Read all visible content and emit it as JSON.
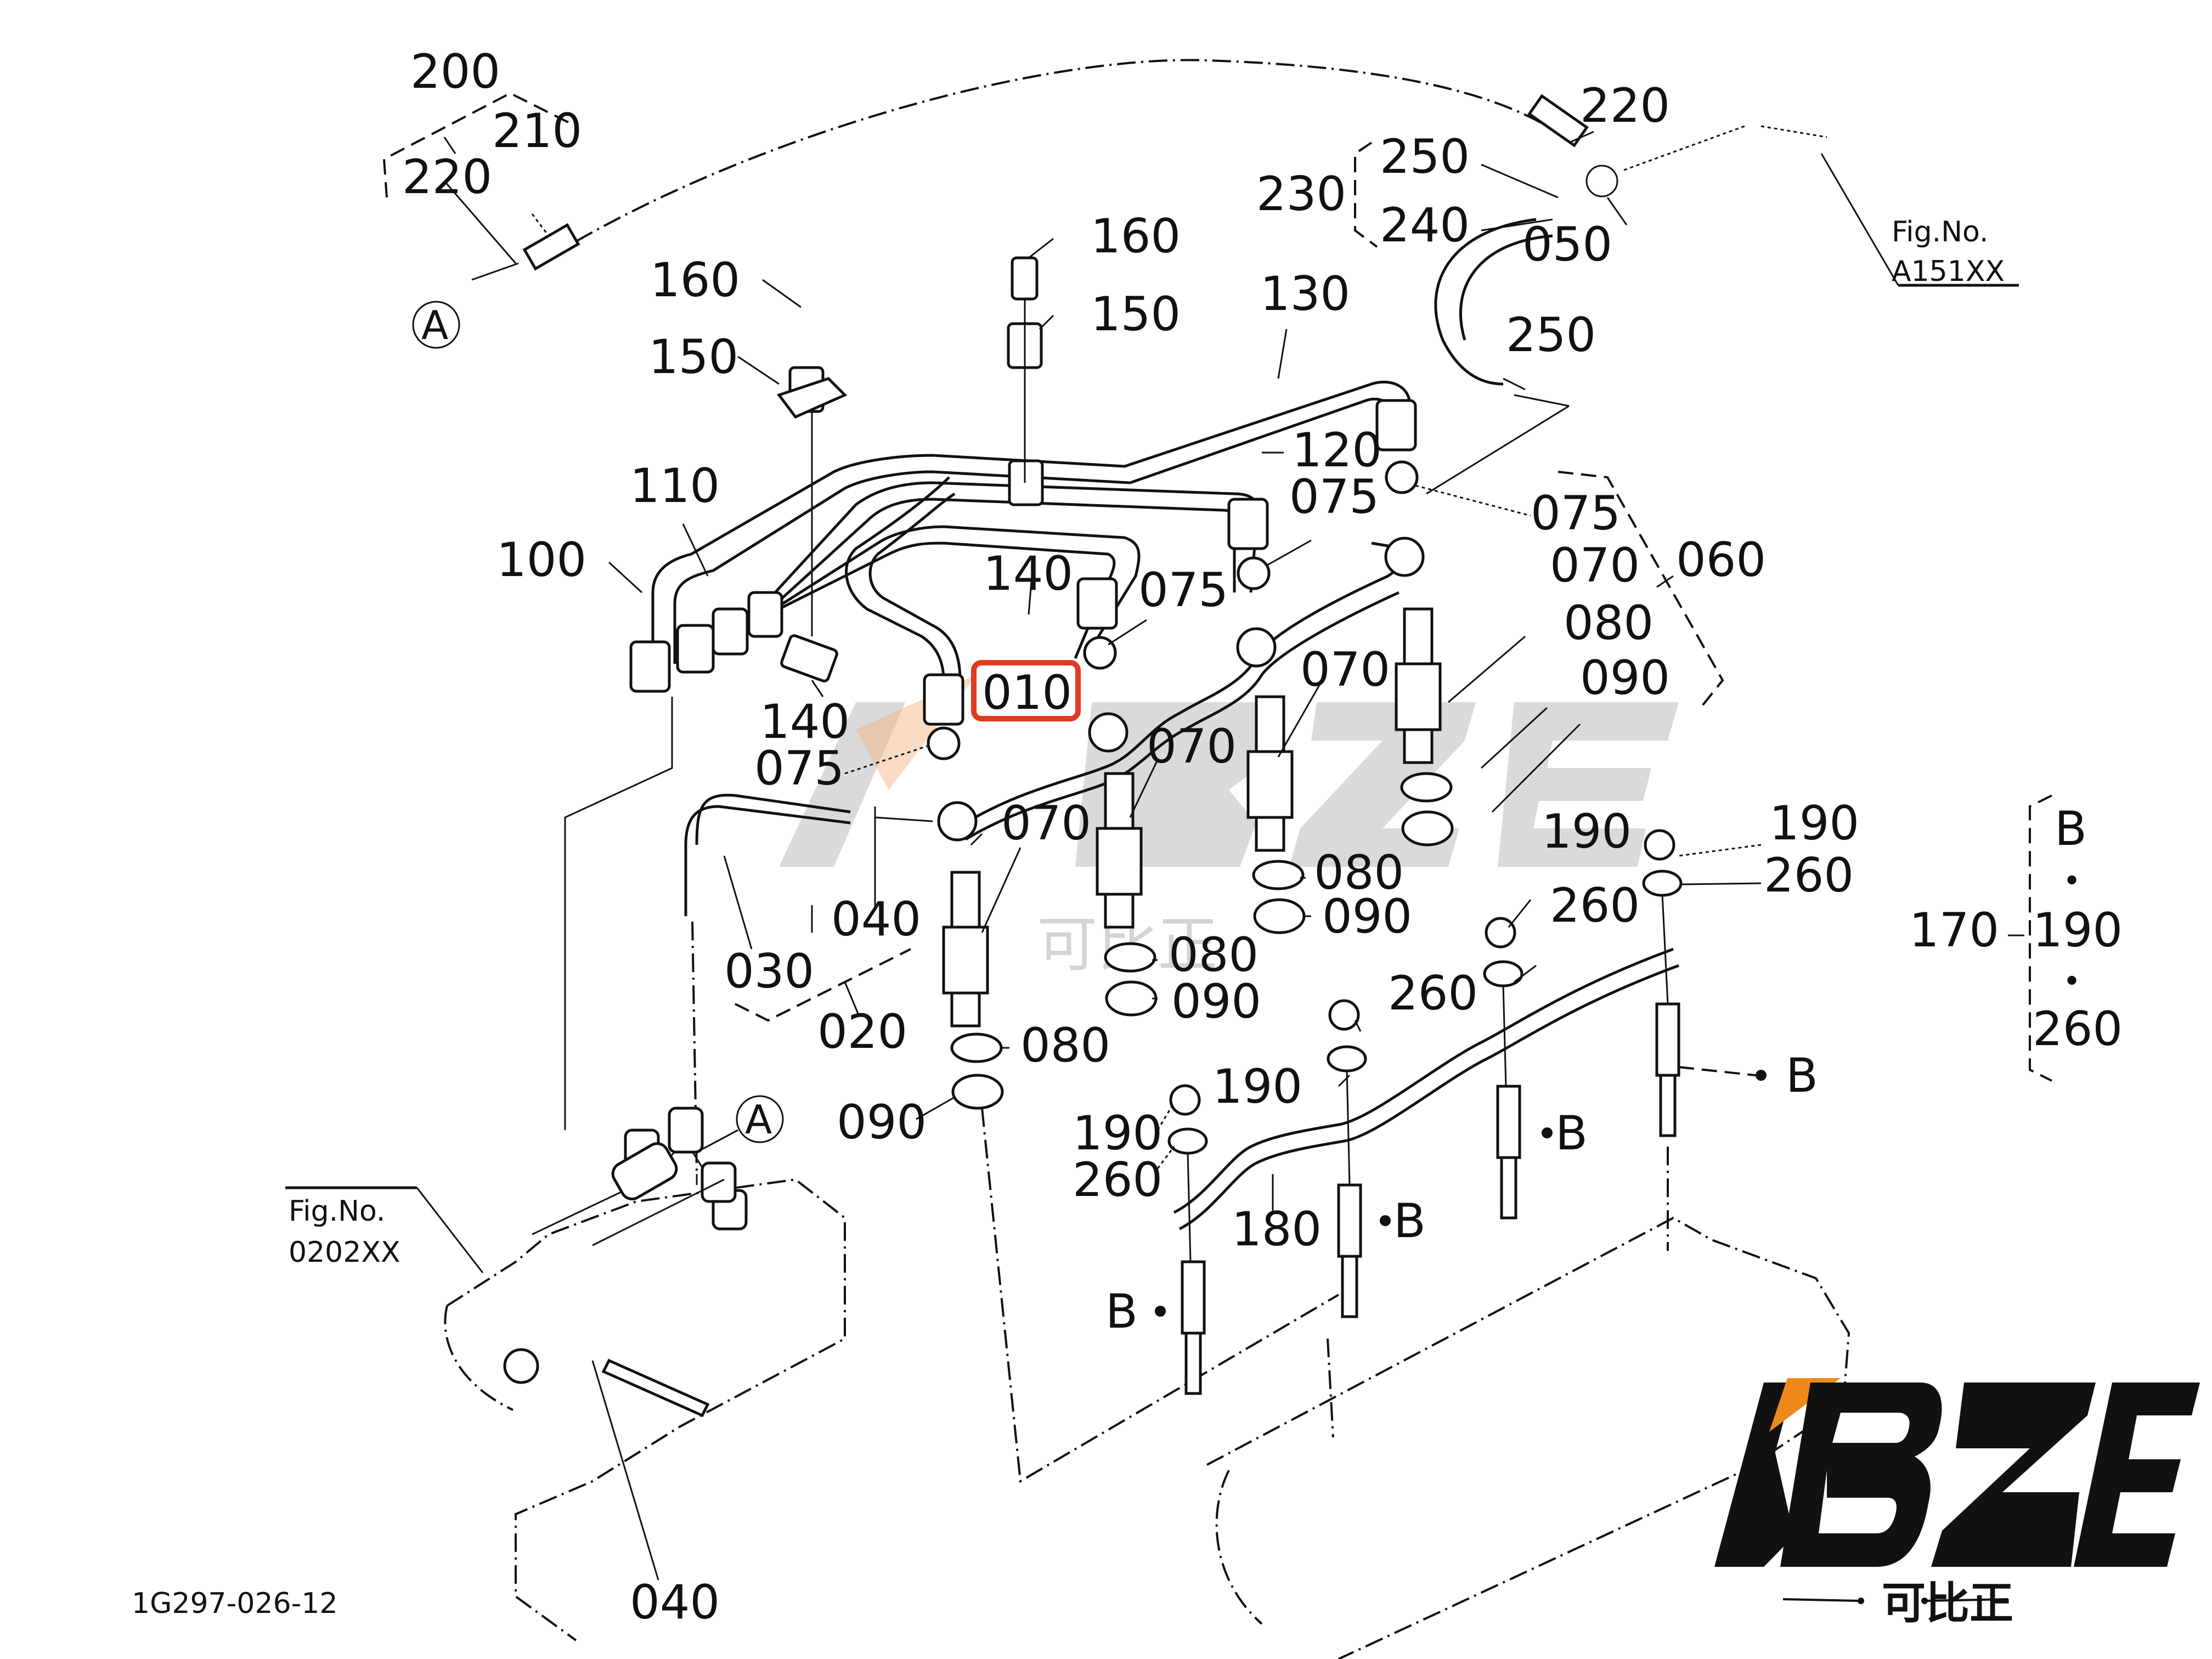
{
  "diagram": {
    "document_code": "1G297-026-12",
    "highlighted_part": "010",
    "highlight_color": "#e03a22",
    "figure_refs": [
      {
        "id": "fig-a151xx",
        "line1": "Fig.No.",
        "line2": "A151XX"
      },
      {
        "id": "fig-0202xx",
        "line1": "Fig.No.",
        "line2": "0202XX"
      }
    ],
    "callouts": [
      {
        "id": "c200",
        "text": "200"
      },
      {
        "id": "c210",
        "text": "210"
      },
      {
        "id": "c220a",
        "text": "220"
      },
      {
        "id": "c220b",
        "text": "220"
      },
      {
        "id": "c230",
        "text": "230"
      },
      {
        "id": "c250a",
        "text": "250"
      },
      {
        "id": "c240",
        "text": "240"
      },
      {
        "id": "c050",
        "text": "050"
      },
      {
        "id": "c250b",
        "text": "250"
      },
      {
        "id": "c160a",
        "text": "160"
      },
      {
        "id": "c160b",
        "text": "160"
      },
      {
        "id": "c150a",
        "text": "150"
      },
      {
        "id": "c150b",
        "text": "150"
      },
      {
        "id": "c130",
        "text": "130"
      },
      {
        "id": "c120",
        "text": "120"
      },
      {
        "id": "c110",
        "text": "110"
      },
      {
        "id": "c100",
        "text": "100"
      },
      {
        "id": "c140a",
        "text": "140"
      },
      {
        "id": "c140b",
        "text": "140"
      },
      {
        "id": "c075a",
        "text": "075"
      },
      {
        "id": "c075b",
        "text": "075"
      },
      {
        "id": "c075c",
        "text": "075"
      },
      {
        "id": "c075d",
        "text": "075"
      },
      {
        "id": "c060",
        "text": "060"
      },
      {
        "id": "c070a",
        "text": "070"
      },
      {
        "id": "c070b",
        "text": "070"
      },
      {
        "id": "c070c",
        "text": "070"
      },
      {
        "id": "c070d",
        "text": "070"
      },
      {
        "id": "c080a",
        "text": "080"
      },
      {
        "id": "c080b",
        "text": "080"
      },
      {
        "id": "c080c",
        "text": "080"
      },
      {
        "id": "c080d",
        "text": "080"
      },
      {
        "id": "c090a",
        "text": "090"
      },
      {
        "id": "c090b",
        "text": "090"
      },
      {
        "id": "c090c",
        "text": "090"
      },
      {
        "id": "c090d",
        "text": "090"
      },
      {
        "id": "c010",
        "text": "010"
      },
      {
        "id": "c020",
        "text": "020"
      },
      {
        "id": "c030",
        "text": "030"
      },
      {
        "id": "c040a",
        "text": "040"
      },
      {
        "id": "c040b",
        "text": "040"
      },
      {
        "id": "c190a",
        "text": "190"
      },
      {
        "id": "c190b",
        "text": "190"
      },
      {
        "id": "c190c",
        "text": "190"
      },
      {
        "id": "c190d",
        "text": "190"
      },
      {
        "id": "c260a",
        "text": "260"
      },
      {
        "id": "c260b",
        "text": "260"
      },
      {
        "id": "c260c",
        "text": "260"
      },
      {
        "id": "c260d",
        "text": "260"
      },
      {
        "id": "c180",
        "text": "180"
      },
      {
        "id": "c170",
        "text": "170"
      }
    ],
    "markers": {
      "a": "A",
      "b": "B"
    },
    "kit_170": {
      "label": "170",
      "items": [
        "B",
        "190",
        "260"
      ],
      "separator": "•"
    }
  },
  "watermark": {
    "brand": "KBZE",
    "brand_cn": "可比正",
    "accent_color": "#ee8a1a",
    "text_color": "#111111"
  }
}
